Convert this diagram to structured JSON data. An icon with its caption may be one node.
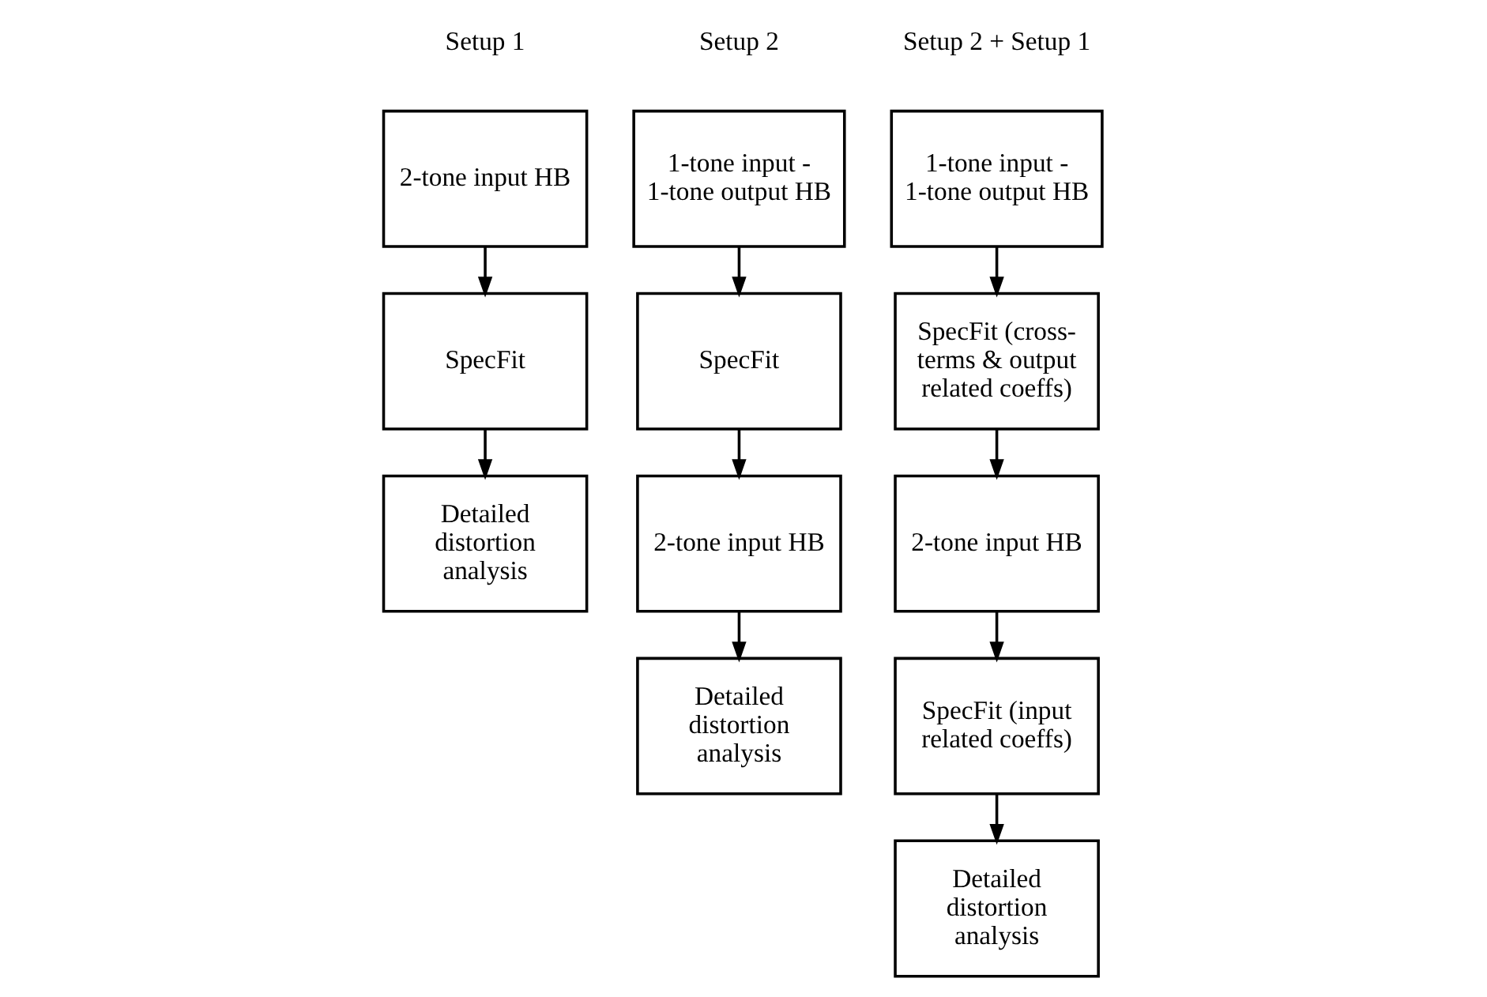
{
  "diagram": {
    "nodes": [
      {
        "text": [
          "2-tone input HB"
        ]
      },
      {
        "text": [
          "SpecFit"
        ]
      },
      {
        "text": [
          "Detailed distortion analysis"
        ]
      },
      {
        "text": [
          "1-tone input - 1-tone output HB"
        ]
      },
      {
        "text": [
          "SpecFit"
        ]
      },
      {
        "text": [
          "2-tone input HB"
        ]
      },
      {
        "text": [
          "Detailed distortion analysis"
        ]
      },
      {
        "text": [
          "1-tone input - 1-tone output HB"
        ]
      },
      {
        "text": [
          "SpecFit (cross-terms & output related coeffs)"
        ]
      },
      {
        "text": [
          "2-tone input HB"
        ]
      },
      {
        "text": [
          "SpecFit (input related coeffs)"
        ]
      },
      {
        "text": [
          "Detailed distortion analysis"
        ]
      }
    ],
    "edges": [
      {
        "from": 0,
        "to": 1,
        "arrow": "to"
      },
      {
        "from": 1,
        "to": 2,
        "arrow": "to"
      },
      {
        "from": 3,
        "to": 4,
        "arrow": "to"
      },
      {
        "from": 4,
        "to": 5,
        "arrow": "to"
      },
      {
        "from": 5,
        "to": 6,
        "arrow": "to"
      },
      {
        "from": 7,
        "to": 8,
        "arrow": "to"
      },
      {
        "from": 8,
        "to": 9,
        "arrow": "to"
      },
      {
        "from": 9,
        "to": 10,
        "arrow": "to"
      },
      {
        "from": 10,
        "to": 11,
        "arrow": "to"
      }
    ],
    "labels": [
      "Setup 1",
      "Setup 2",
      "Setup 2 + Setup 1"
    ]
  }
}
